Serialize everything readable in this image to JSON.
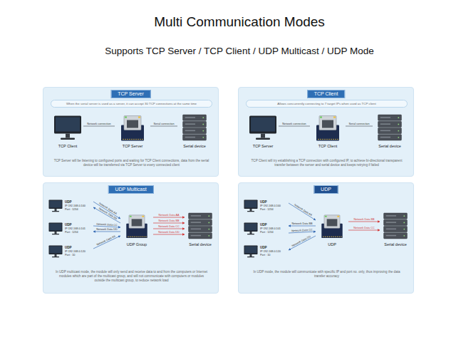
{
  "diagram": {
    "title": "Multi Communication Modes",
    "nodes": [
      {
        "text": [
          "TCP Server",
          "TCP Server will be listening to configured ports and waiting for TCP Client connections, data from the serial device will be transferred via TCP Server to every connected client"
        ]
      },
      {
        "text": [
          "When the serial server is used as a server, it can accept 30 TCP connections at the same time"
        ],
        "in": 0
      },
      {
        "text": [
          "TCP Client"
        ],
        "in": 0
      },
      {
        "text": [
          "TCP Server"
        ],
        "in": 0
      },
      {
        "text": [
          "Serial device"
        ],
        "in": 0
      },
      {
        "text": [
          "TCP Client",
          "TCP Client will try establishing a TCP connection with configured IP, to achieve bi-directional transparent transfer between the server and serial device and keeps retrying if failed"
        ]
      },
      {
        "text": [
          "Allows concurrently connecting to 7 target IPs when used as TCP client"
        ],
        "in": 5
      },
      {
        "text": [
          "TCP Server"
        ],
        "in": 5
      },
      {
        "text": [
          "TCP Client"
        ],
        "in": 5
      },
      {
        "text": [
          "Serial device"
        ],
        "in": 5
      },
      {
        "text": [
          "UDP Multicast",
          "In UDP multicast mode, the module will only send and receive data to and from the computers or Internet modules which are part of the multicast group, and will not communicate with computers or modules outside the multicast group, to reduce network load"
        ]
      },
      {
        "text": [
          "UDP",
          "IP:192.168.0.100",
          "Port : 1234"
        ],
        "in": 10
      },
      {
        "text": [
          "UDP",
          "IP:192.168.0.101",
          "Port : 1234"
        ],
        "in": 10
      },
      {
        "text": [
          "UDP",
          "IP:192.168.0.120",
          "Port : 10"
        ],
        "in": 10
      },
      {
        "text": [
          "UDP Group"
        ],
        "in": 10
      },
      {
        "text": [
          "Serial device"
        ],
        "in": 10
      },
      {
        "text": [
          "UDP",
          "In UDP mode, the module will communicate with specific IP and port no. only, thus improving the data transfer accuracy"
        ]
      },
      {
        "text": [
          "UDP",
          "IP:192.168.0.100",
          "Port : 1234"
        ],
        "in": 16
      },
      {
        "text": [
          "UDP",
          "IP:192.168.0.101",
          "Port : 1234"
        ],
        "in": 16
      },
      {
        "text": [
          "UDP",
          "IP:192.168.0.120",
          "Port : 10"
        ],
        "in": 16
      },
      {
        "text": [
          "UDP"
        ],
        "in": 16
      },
      {
        "text": [
          "Serial device"
        ],
        "in": 16
      }
    ],
    "edges": [
      {
        "from": 2,
        "to": 3,
        "label": "Network connection",
        "arrow": "none"
      },
      {
        "from": 3,
        "to": 4,
        "label": "Serial connection",
        "arrow": "none"
      },
      {
        "from": 7,
        "to": 8,
        "label": "Network connection",
        "arrow": "none"
      },
      {
        "from": 8,
        "to": 9,
        "label": "Serial connection",
        "arrow": "none"
      },
      {
        "from": 11,
        "to": 14,
        "label": "Network Data AA",
        "arrow": "to"
      },
      {
        "from": 14,
        "to": 11,
        "label": "Network Data BB",
        "arrow": "to"
      },
      {
        "from": 12,
        "to": 14,
        "label": "Network Data CC",
        "arrow": "to"
      },
      {
        "from": 14,
        "to": 12,
        "label": "Network Data DD",
        "arrow": "to"
      },
      {
        "from": 13,
        "to": 14,
        "label": "Network Data EE",
        "arrow": "to"
      },
      {
        "from": 14,
        "to": 15,
        "label": "Network Data AA",
        "arrow": "to"
      },
      {
        "from": 14,
        "to": 15,
        "label": "Network Data BB",
        "arrow": "to"
      },
      {
        "from": 14,
        "to": 15,
        "label": "Network Data CC",
        "arrow": "to"
      },
      {
        "from": 14,
        "to": 15,
        "label": "Network Data DD",
        "arrow": "to"
      },
      {
        "from": 17,
        "to": 20,
        "label": "Network Data AA",
        "arrow": "to"
      },
      {
        "from": 20,
        "to": 18,
        "label": "Network Data BB",
        "arrow": "to"
      },
      {
        "from": 18,
        "to": 20,
        "label": "Network Data CC",
        "arrow": "to"
      },
      {
        "from": 20,
        "to": 19,
        "label": "Network Data DD",
        "arrow": "to"
      },
      {
        "from": 20,
        "to": 21,
        "label": "Network Data BB",
        "arrow": "to"
      },
      {
        "from": 20,
        "to": 21,
        "label": "Network Data CC",
        "arrow": "to"
      }
    ],
    "labels": [
      "Supports TCP Server / TCP Client / UDP Multicast / UDP Mode"
    ]
  }
}
